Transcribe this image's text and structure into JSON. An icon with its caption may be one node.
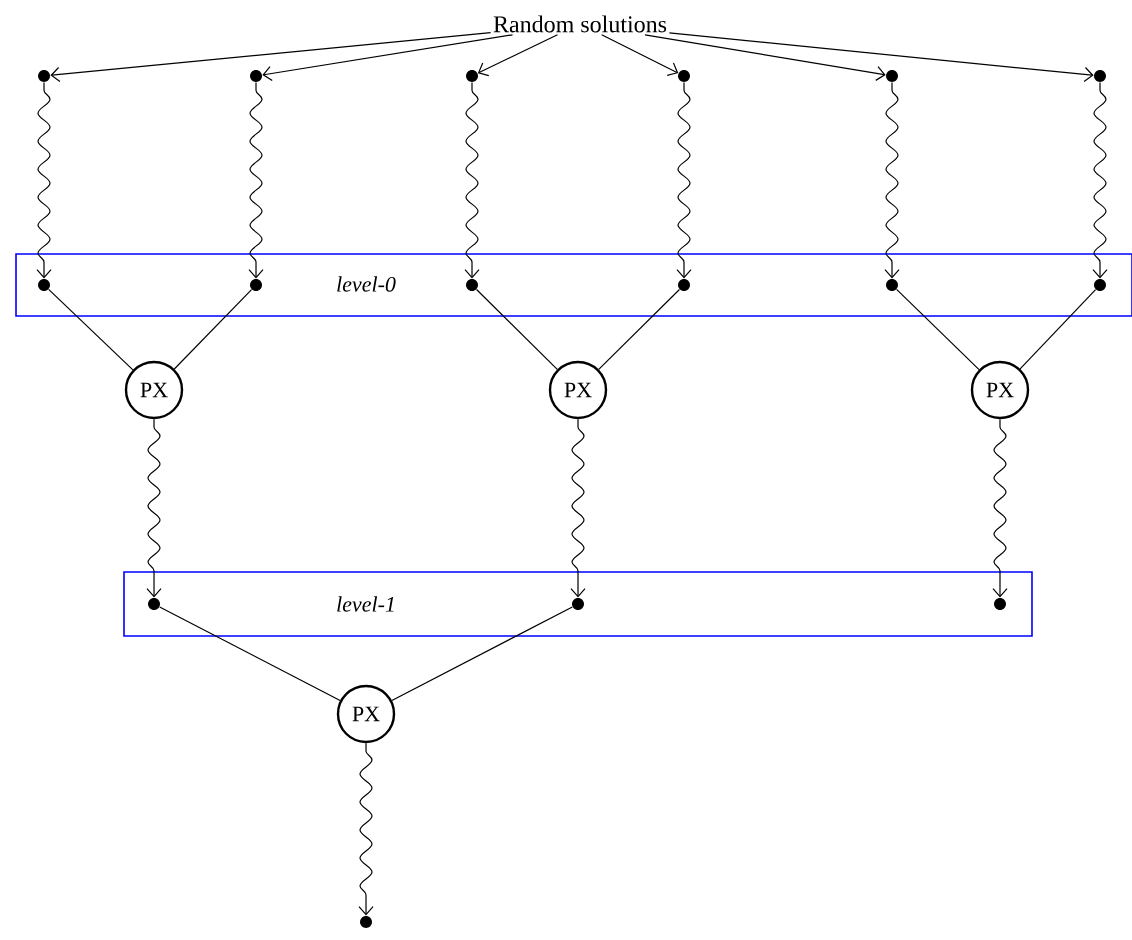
{
  "diagram": {
    "nodes": [
      {
        "text": [
          "Random solutions"
        ]
      },
      {
        "text": [],
        "shape": "circle"
      },
      {
        "text": [],
        "shape": "circle"
      },
      {
        "text": [],
        "shape": "circle"
      },
      {
        "text": [],
        "shape": "circle"
      },
      {
        "text": [],
        "shape": "circle"
      },
      {
        "text": [],
        "shape": "circle"
      },
      {
        "text": [
          "level-0"
        ]
      },
      {
        "text": [],
        "shape": "circle",
        "in": 7
      },
      {
        "text": [],
        "shape": "circle",
        "in": 7
      },
      {
        "text": [],
        "shape": "circle",
        "in": 7
      },
      {
        "text": [],
        "shape": "circle",
        "in": 7
      },
      {
        "text": [],
        "shape": "circle",
        "in": 7
      },
      {
        "text": [],
        "shape": "circle",
        "in": 7
      },
      {
        "text": [
          "PX"
        ]
      },
      {
        "text": [
          "PX"
        ]
      },
      {
        "text": [
          "PX"
        ]
      },
      {
        "text": [
          "level-1"
        ]
      },
      {
        "text": [],
        "shape": "circle",
        "in": 17
      },
      {
        "text": [],
        "shape": "circle",
        "in": 17
      },
      {
        "text": [],
        "shape": "circle",
        "in": 17
      },
      {
        "text": [
          "PX"
        ]
      },
      {
        "text": [],
        "shape": "circle"
      }
    ],
    "edges": [
      {
        "from": 0,
        "to": 1,
        "arrow": "to"
      },
      {
        "from": 0,
        "to": 2,
        "arrow": "to"
      },
      {
        "from": 0,
        "to": 3,
        "arrow": "to"
      },
      {
        "from": 0,
        "to": 4,
        "arrow": "to"
      },
      {
        "from": 0,
        "to": 5,
        "arrow": "to"
      },
      {
        "from": 0,
        "to": 6,
        "arrow": "to"
      },
      {
        "from": 1,
        "to": 8,
        "arrow": "to"
      },
      {
        "from": 2,
        "to": 9,
        "arrow": "to"
      },
      {
        "from": 3,
        "to": 10,
        "arrow": "to"
      },
      {
        "from": 4,
        "to": 11,
        "arrow": "to"
      },
      {
        "from": 5,
        "to": 12,
        "arrow": "to"
      },
      {
        "from": 6,
        "to": 13,
        "arrow": "to"
      },
      {
        "from": 8,
        "to": 14,
        "arrow": "none"
      },
      {
        "from": 9,
        "to": 14,
        "arrow": "none"
      },
      {
        "from": 10,
        "to": 15,
        "arrow": "none"
      },
      {
        "from": 11,
        "to": 15,
        "arrow": "none"
      },
      {
        "from": 12,
        "to": 16,
        "arrow": "none"
      },
      {
        "from": 13,
        "to": 16,
        "arrow": "none"
      },
      {
        "from": 14,
        "to": 18,
        "arrow": "to"
      },
      {
        "from": 15,
        "to": 19,
        "arrow": "to"
      },
      {
        "from": 16,
        "to": 20,
        "arrow": "to"
      },
      {
        "from": 18,
        "to": 21,
        "arrow": "none"
      },
      {
        "from": 19,
        "to": 21,
        "arrow": "none"
      },
      {
        "from": 21,
        "to": 22,
        "arrow": "to"
      }
    ]
  }
}
